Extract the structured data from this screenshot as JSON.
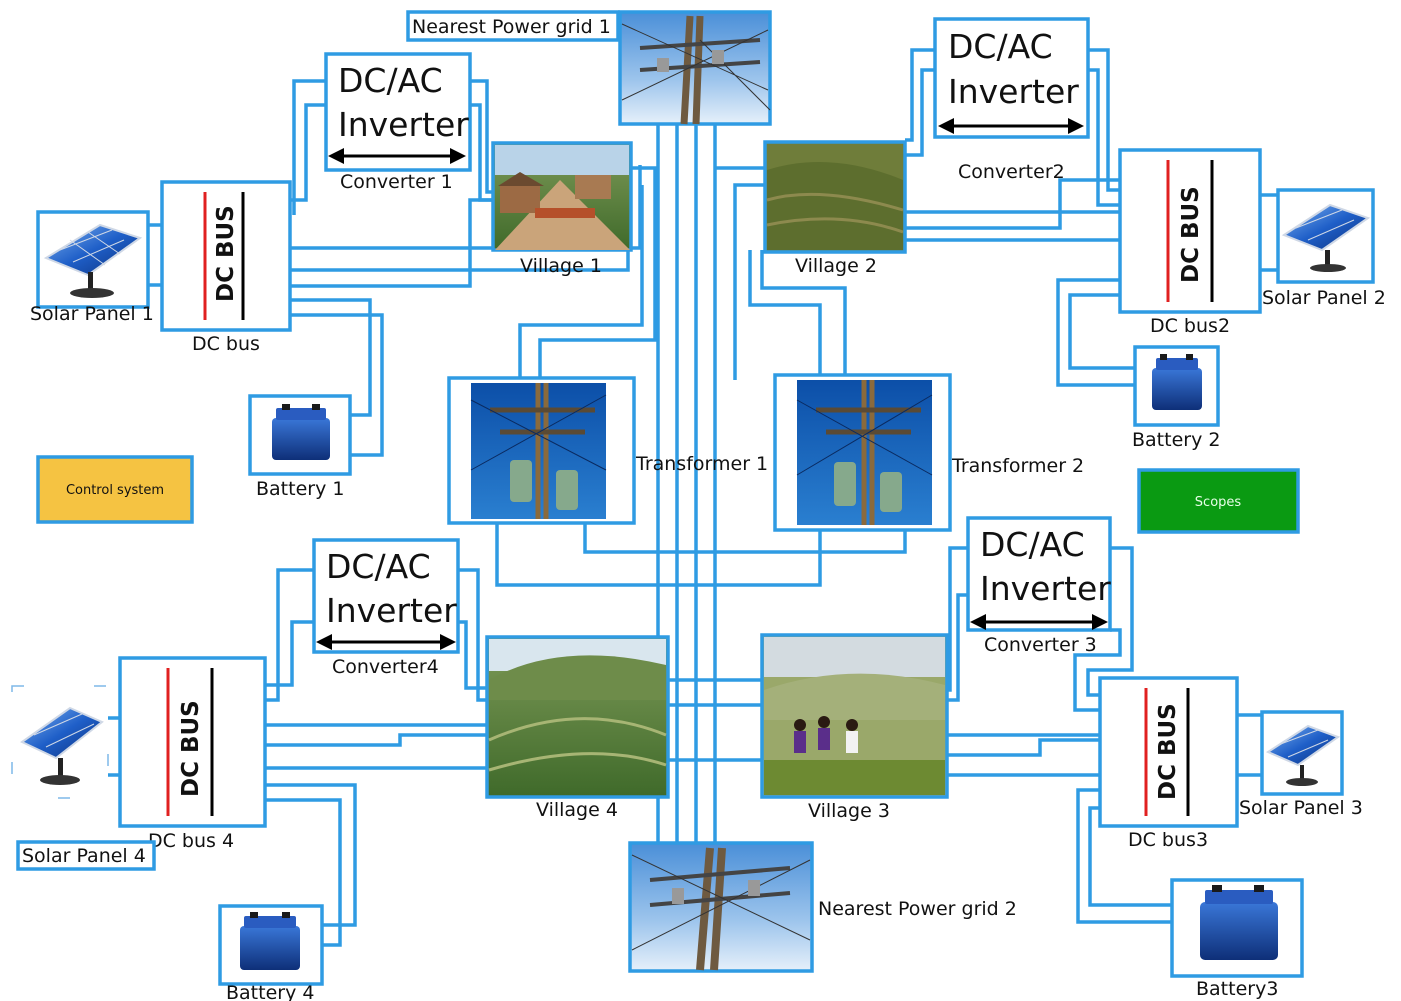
{
  "labels": {
    "grid1": "Nearest Power grid 1",
    "grid2": "Nearest Power grid 2",
    "converter1": "Converter 1",
    "converter2": "Converter2",
    "converter3": "Converter 3",
    "converter4": "Converter4",
    "village1": "Village 1",
    "village2": "Village 2",
    "village3": "Village 3",
    "village4": "Village 4",
    "transformer1": "Transformer 1",
    "transformer2": "Transformer 2",
    "dcbus1": "DC bus",
    "dcbus2": "DC bus2",
    "dcbus3": "DC bus3",
    "dcbus4": "DC bus 4",
    "solar1": "Solar Panel 1",
    "solar2": "Solar Panel 2",
    "solar3": "Solar Panel 3",
    "solar4": "Solar Panel 4",
    "battery1": "Battery 1",
    "battery2": "Battery 2",
    "battery3": "Battery3",
    "battery4": "Battery 4"
  },
  "inverter": {
    "line1": "DC/AC",
    "line2": "Inverter"
  },
  "bus_text": "DC BUS",
  "buttons": {
    "control": "Control system",
    "scopes": "Scopes"
  },
  "colors": {
    "wire": "#2f9be3",
    "control_button": "#f5c342",
    "scopes_button": "#0a9a12",
    "bus_red": "#e02020"
  }
}
